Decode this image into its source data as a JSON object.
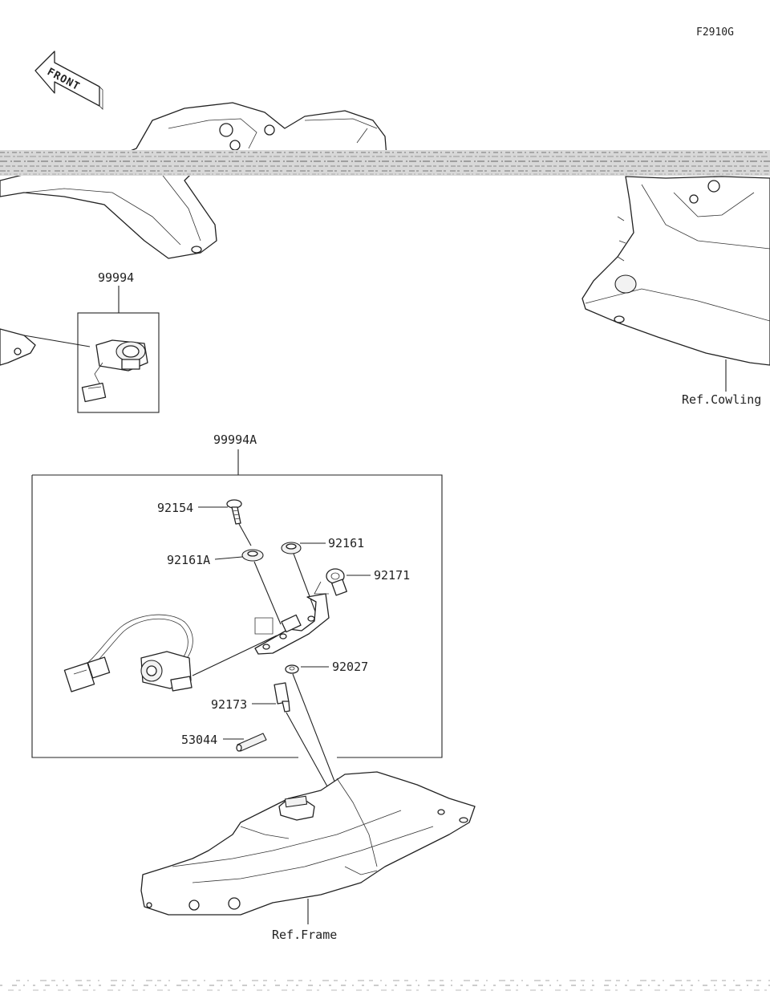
{
  "diagram": {
    "code": "F2910G",
    "front_label": "FRONT",
    "refs": {
      "cowling": "Ref.Cowling",
      "frame": "Ref.Frame"
    },
    "assemblies": [
      {
        "id": "99994"
      },
      {
        "id": "99994A"
      }
    ],
    "parts": [
      {
        "id": "92154"
      },
      {
        "id": "92161A"
      },
      {
        "id": "92161"
      },
      {
        "id": "92171"
      },
      {
        "id": "92027"
      },
      {
        "id": "92173"
      },
      {
        "id": "53044"
      }
    ]
  }
}
